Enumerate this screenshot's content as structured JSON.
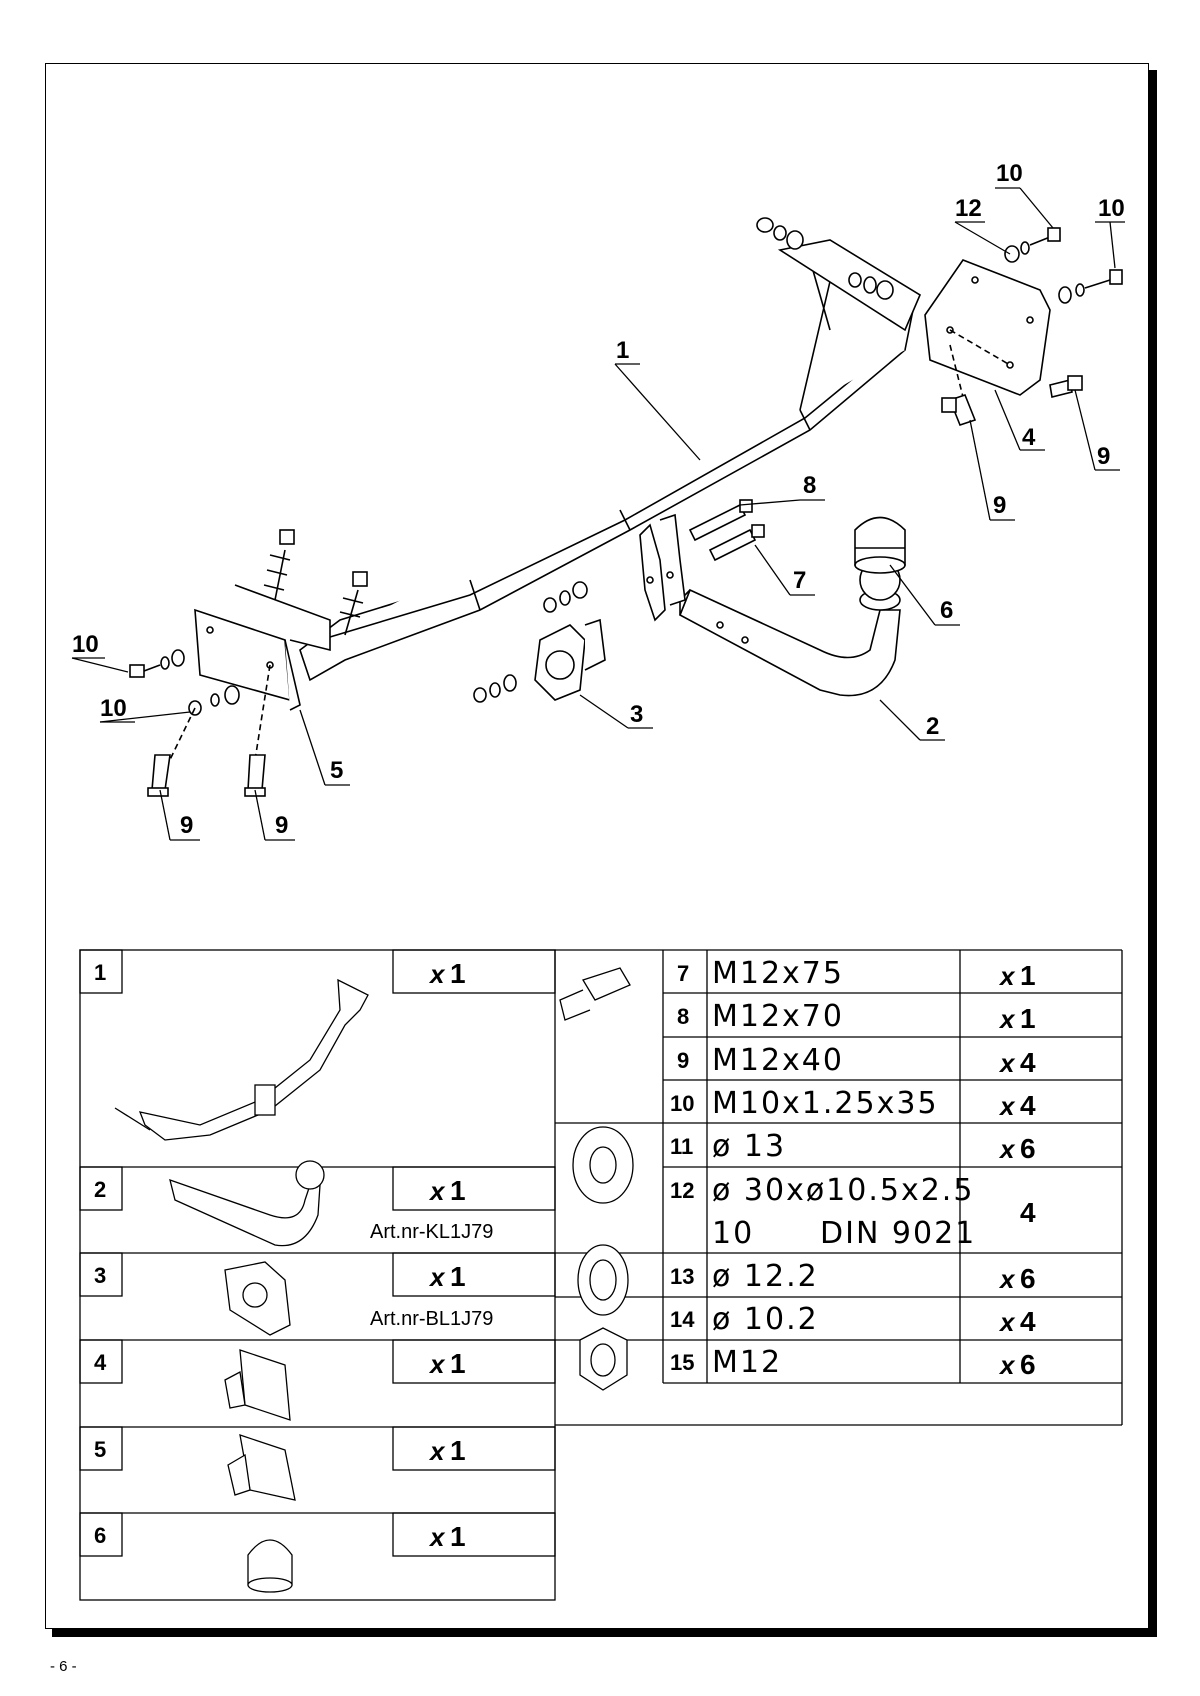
{
  "callouts": [
    {
      "id": "c1",
      "text": "1"
    },
    {
      "id": "c2",
      "text": "2"
    },
    {
      "id": "c3",
      "text": "3"
    },
    {
      "id": "c4",
      "text": "4"
    },
    {
      "id": "c5",
      "text": "5"
    },
    {
      "id": "c6",
      "text": "6"
    },
    {
      "id": "c7",
      "text": "7"
    },
    {
      "id": "c8",
      "text": "8"
    },
    {
      "id": "c9a",
      "text": "9"
    },
    {
      "id": "c9b",
      "text": "9"
    },
    {
      "id": "c9c",
      "text": "9"
    },
    {
      "id": "c9d",
      "text": "9"
    },
    {
      "id": "c10a",
      "text": "10"
    },
    {
      "id": "c10b",
      "text": "10"
    },
    {
      "id": "c10c",
      "text": "10"
    },
    {
      "id": "c10d",
      "text": "10"
    },
    {
      "id": "c12",
      "text": "12"
    }
  ],
  "left_table": [
    {
      "num": "1",
      "x": "x",
      "qty": "1",
      "art": ""
    },
    {
      "num": "2",
      "x": "x",
      "qty": "1",
      "art": "Art.nr-KL1J79"
    },
    {
      "num": "3",
      "x": "x",
      "qty": "1",
      "art": "Art.nr-BL1J79"
    },
    {
      "num": "4",
      "x": "x",
      "qty": "1",
      "art": ""
    },
    {
      "num": "5",
      "x": "x",
      "qty": "1",
      "art": ""
    },
    {
      "num": "6",
      "x": "x",
      "qty": "1",
      "art": ""
    }
  ],
  "right_table": [
    {
      "num": "7",
      "spec": "M12x75",
      "x": "x",
      "qty": "1"
    },
    {
      "num": "8",
      "spec": "M12x70",
      "x": "x",
      "qty": "1"
    },
    {
      "num": "9",
      "spec": "M12x40",
      "x": "x",
      "qty": "4"
    },
    {
      "num": "10",
      "spec": "M10x1.25x35",
      "x": "x",
      "qty": "4"
    },
    {
      "num": "11",
      "spec": "ø 13",
      "x": "x",
      "qty": "6"
    },
    {
      "num": "12",
      "spec": "ø 30xø10.5x2.5",
      "spec2_a": "10",
      "spec2_b": "DIN  9021",
      "x": "",
      "qty": "4"
    },
    {
      "num": "13",
      "spec": "ø 12.2",
      "x": "x",
      "qty": "6"
    },
    {
      "num": "14",
      "spec": "ø 10.2",
      "x": "x",
      "qty": "4"
    },
    {
      "num": "15",
      "spec": "M12",
      "x": "x",
      "qty": "6"
    }
  ],
  "page_number": "- 6 -"
}
